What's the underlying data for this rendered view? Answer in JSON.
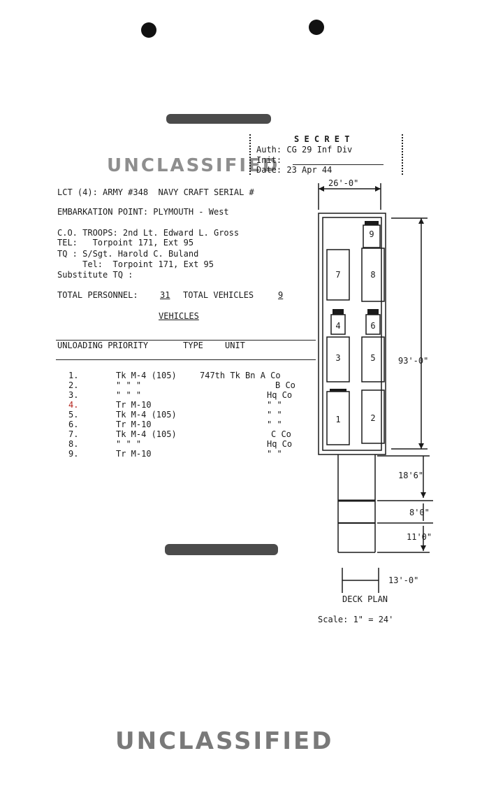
{
  "stamps": {
    "top": "UNCLASSIFIED",
    "bottom": "UNCLASSIFIED"
  },
  "secret_box": {
    "heading": "S E C R E T",
    "auth": "Auth: CG 29 Inf Div",
    "init": "Init:",
    "date": "Date: 23 Apr 44"
  },
  "header": {
    "line1": "LCT (4): ARMY #348  NAVY CRAFT SERIAL #",
    "line2": "EMBARKATION POINT: PLYMOUTH - West",
    "co": "C.O. TROOPS: 2nd Lt. Edward L. Gross",
    "tel1": "TEL:   Torpoint 171, Ext 95",
    "tq": "TQ : S/Sgt. Harold C. Buland",
    "tel2": "     Tel:  Torpoint 171, Ext 95",
    "subtq": "Substitute TQ :",
    "totals_label1": "TOTAL PERSONNEL:",
    "totals_personnel": "31",
    "totals_label2": "TOTAL VEHICLES",
    "totals_vehicles": "9",
    "vehicles_heading": "VEHICLES"
  },
  "table": {
    "col_priority": "UNLOADING PRIORITY",
    "col_type": "TYPE",
    "col_unit": "UNIT",
    "rows": [
      {
        "num": "1.",
        "type": "Tk M-4 (105)",
        "unit": "747th Tk Bn A Co"
      },
      {
        "num": "2.",
        "type": "\"   \"   \"",
        "unit": "B Co"
      },
      {
        "num": "3.",
        "type": "\"   \"   \"",
        "unit": "Hq Co"
      },
      {
        "num": "4.",
        "type": "Tr M-10",
        "unit": "\"  \""
      },
      {
        "num": "5.",
        "type": "Tk M-4 (105)",
        "unit": "\"  \""
      },
      {
        "num": "6.",
        "type": "Tr M-10",
        "unit": "\"  \""
      },
      {
        "num": "7.",
        "type": "Tk M-4 (105)",
        "unit": "C Co"
      },
      {
        "num": "8.",
        "type": "\"   \"   \"",
        "unit": "Hq Co"
      },
      {
        "num": "9.",
        "type": "Tr M-10",
        "unit": "\"  \""
      }
    ]
  },
  "deck_plan": {
    "width_label": "26'-0\"",
    "length_label": "93'-0\"",
    "ramp1_label": "18'6\"",
    "ramp2_label": "8'0\"",
    "ramp3_label": "11'0\"",
    "stern_width_label": "13'-0\"",
    "caption": "DECK PLAN",
    "scale": "Scale: 1\" = 24'",
    "slots": [
      "1",
      "2",
      "3",
      "4",
      "5",
      "6",
      "7",
      "8",
      "9"
    ]
  }
}
